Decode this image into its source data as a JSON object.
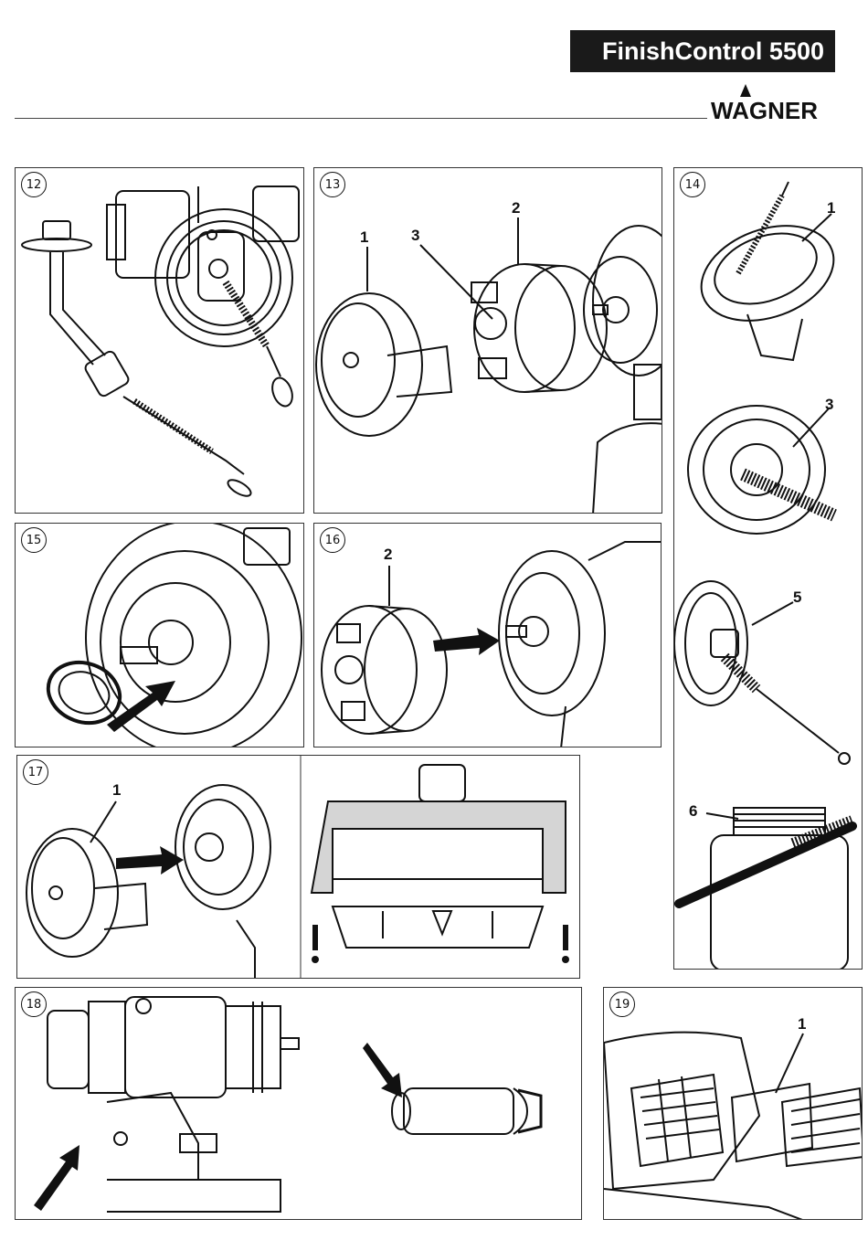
{
  "header": {
    "title": "FinishControl 5500",
    "brand": "WAGNER"
  },
  "steps": [
    {
      "number": "12",
      "callouts": []
    },
    {
      "number": "13",
      "callouts": [
        "1",
        "2",
        "3"
      ]
    },
    {
      "number": "14",
      "callouts": [
        "1",
        "3",
        "5",
        "6"
      ]
    },
    {
      "number": "15",
      "callouts": []
    },
    {
      "number": "16",
      "callouts": [
        "2"
      ]
    },
    {
      "number": "17",
      "callouts": [
        "1"
      ]
    },
    {
      "number": "18",
      "callouts": []
    },
    {
      "number": "19",
      "callouts": [
        "1"
      ]
    }
  ],
  "colors": {
    "title_bg": "#1a1a1a",
    "line_art": "#111111",
    "panel_border": "#333333"
  }
}
